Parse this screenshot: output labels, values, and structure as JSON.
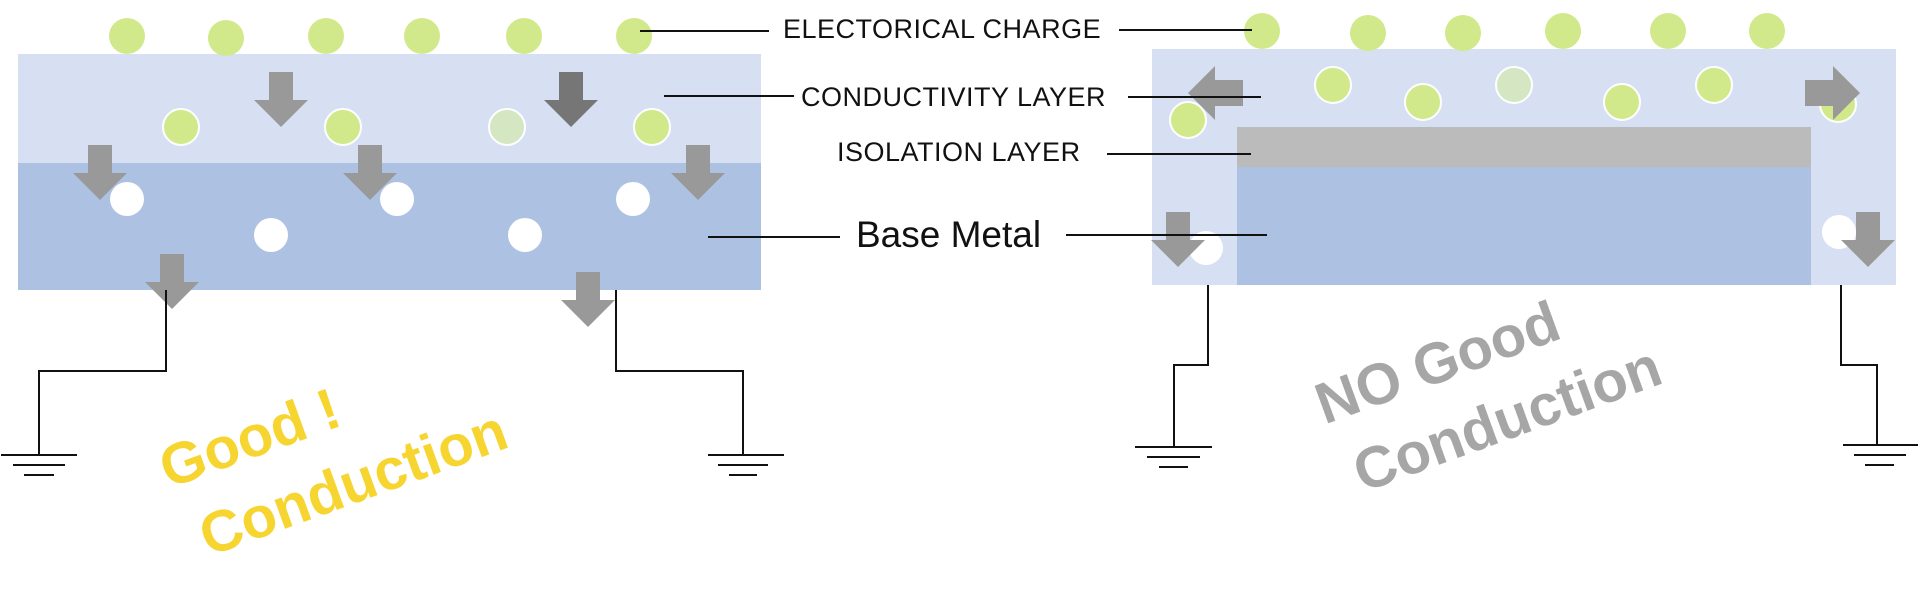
{
  "colors": {
    "conductivity_layer": "#d6e0f2",
    "base_metal": "#adc2e3",
    "isolation_layer": "#bbbbbb",
    "charge": "#d1e98a",
    "charge_faded": "#d4e6c2",
    "hole": "#ffffff",
    "arrow": "#999999",
    "arrow_dark": "#767676",
    "line": "#111111",
    "good": "#f7d531",
    "bad": "#a6a6a6"
  },
  "labels": {
    "electorical_charge": "ELECTORICAL CHARGE",
    "conductivity_layer": "CONDUCTIVITY LAYER",
    "isolation_layer": "ISOLATION LAYER",
    "base_metal": "Base Metal"
  },
  "left_panel": {
    "verdict_line1": "Good !",
    "verdict_line2": "Conduction"
  },
  "right_panel": {
    "verdict_line1": "NO Good",
    "verdict_line2": "Conduction"
  }
}
